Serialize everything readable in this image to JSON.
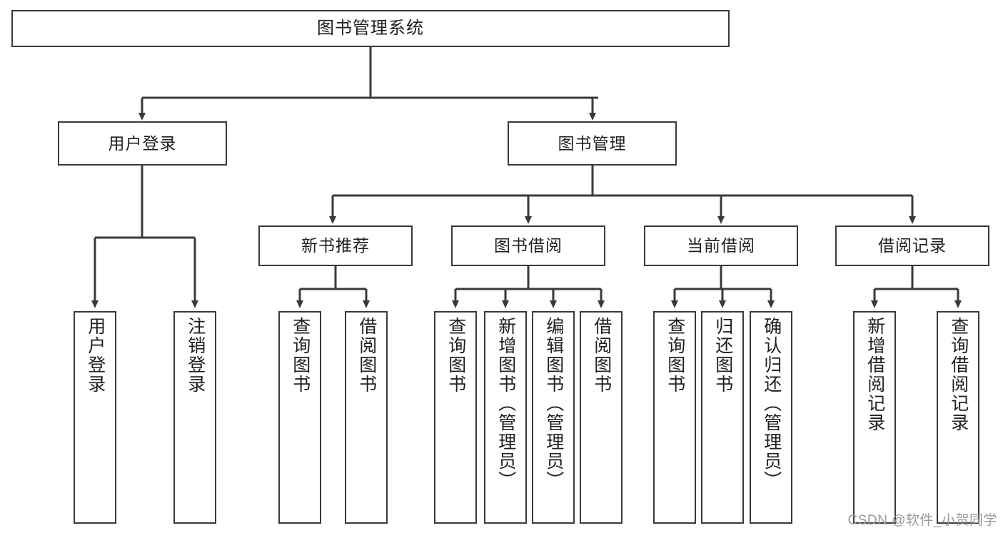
{
  "diagram": {
    "title": "图书管理系统",
    "type": "tree",
    "watermark": "CSDN @软件_小贺同学",
    "colors": {
      "stroke": "#3a3a3a",
      "fill": "#ffffff",
      "text": "#1f1f1f",
      "watermark": "#9a9a9a"
    },
    "nodes": {
      "root": {
        "label": "图书管理系统"
      },
      "level2": [
        {
          "id": "user-login",
          "label": "用户登录"
        },
        {
          "id": "book-management",
          "label": "图书管理"
        }
      ],
      "level3": [
        {
          "id": "new-book-recommend",
          "label": "新书推荐"
        },
        {
          "id": "book-borrow",
          "label": "图书借阅"
        },
        {
          "id": "current-borrow",
          "label": "当前借阅"
        },
        {
          "id": "borrow-record",
          "label": "借阅记录"
        }
      ],
      "leaves": {
        "user_login": [
          {
            "id": "leaf-user-login",
            "label": "用户登录"
          },
          {
            "id": "leaf-logout-login",
            "label": "注销登录"
          }
        ],
        "new_book_recommend": [
          {
            "id": "leaf-query-book-1",
            "label": "查询图书"
          },
          {
            "id": "leaf-borrow-book-1",
            "label": "借阅图书"
          }
        ],
        "book_borrow": [
          {
            "id": "leaf-query-book-2",
            "label": "查询图书"
          },
          {
            "id": "leaf-add-book-admin",
            "label": "新增图书（管理员）"
          },
          {
            "id": "leaf-edit-book-admin",
            "label": "编辑图书（管理员）"
          },
          {
            "id": "leaf-borrow-book-2",
            "label": "借阅图书"
          }
        ],
        "current_borrow": [
          {
            "id": "leaf-query-book-3",
            "label": "查询图书"
          },
          {
            "id": "leaf-return-book",
            "label": "归还图书"
          },
          {
            "id": "leaf-confirm-return-admin",
            "label": "确认归还（管理员）"
          }
        ],
        "borrow_record": [
          {
            "id": "leaf-add-borrow-record",
            "label": "新增借阅记录"
          },
          {
            "id": "leaf-query-borrow-record",
            "label": "查询借阅记录"
          }
        ]
      }
    }
  }
}
